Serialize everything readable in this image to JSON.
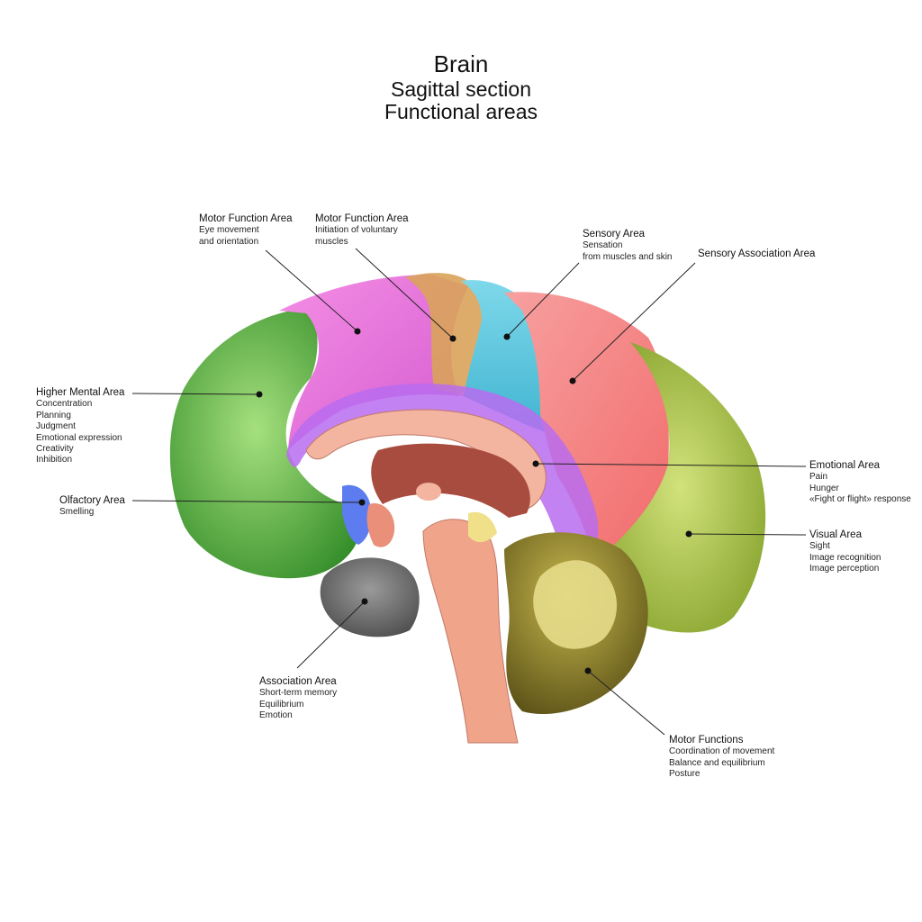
{
  "title": {
    "line1": "Brain",
    "line2": "Sagittal section",
    "line3": "Functional areas"
  },
  "labels": {
    "motor_eye": {
      "heading": "Motor Function Area",
      "details": [
        "Eye movement",
        "and orientation"
      ]
    },
    "motor_voluntary": {
      "heading": "Motor Function Area",
      "details": [
        "Initiation of voluntary",
        "muscles"
      ]
    },
    "sensory": {
      "heading": "Sensory Area",
      "details": [
        "Sensation",
        "from muscles and skin"
      ]
    },
    "sensory_assoc": {
      "heading": "Sensory Association Area",
      "details": []
    },
    "higher_mental": {
      "heading": "Higher Mental Area",
      "details": [
        "Concentration",
        "Planning",
        "Judgment",
        "Emotional expression",
        "Creativity",
        "Inhibition"
      ]
    },
    "olfactory": {
      "heading": "Olfactory Area",
      "details": [
        "Smelling"
      ]
    },
    "emotional": {
      "heading": "Emotional Area",
      "details": [
        "Pain",
        "Hunger",
        "«Fight or flight» response"
      ]
    },
    "visual": {
      "heading": "Visual Area",
      "details": [
        "Sight",
        "Image recognition",
        "Image perception"
      ]
    },
    "association": {
      "heading": "Association Area",
      "details": [
        "Short-term memory",
        "Equilibrium",
        "Emotion"
      ]
    },
    "motor_functions": {
      "heading": "Motor Functions",
      "details": [
        "Coordination of movement",
        "Balance and equilibrium",
        "Posture"
      ]
    }
  },
  "colors": {
    "higher_mental": "#6cc24a",
    "motor_eye": "#ea6fd6",
    "motor_voluntary": "#d9a35a",
    "sensory": "#5fcbe0",
    "sensory_assoc": "#f47e7e",
    "visual": "#a8c84a",
    "emotional": "#b86cf0",
    "olfactory": "#5c7cf0",
    "association": "#6b6b6b",
    "cerebellum": "#8a7a28",
    "brainstem": "#f0a48a"
  }
}
